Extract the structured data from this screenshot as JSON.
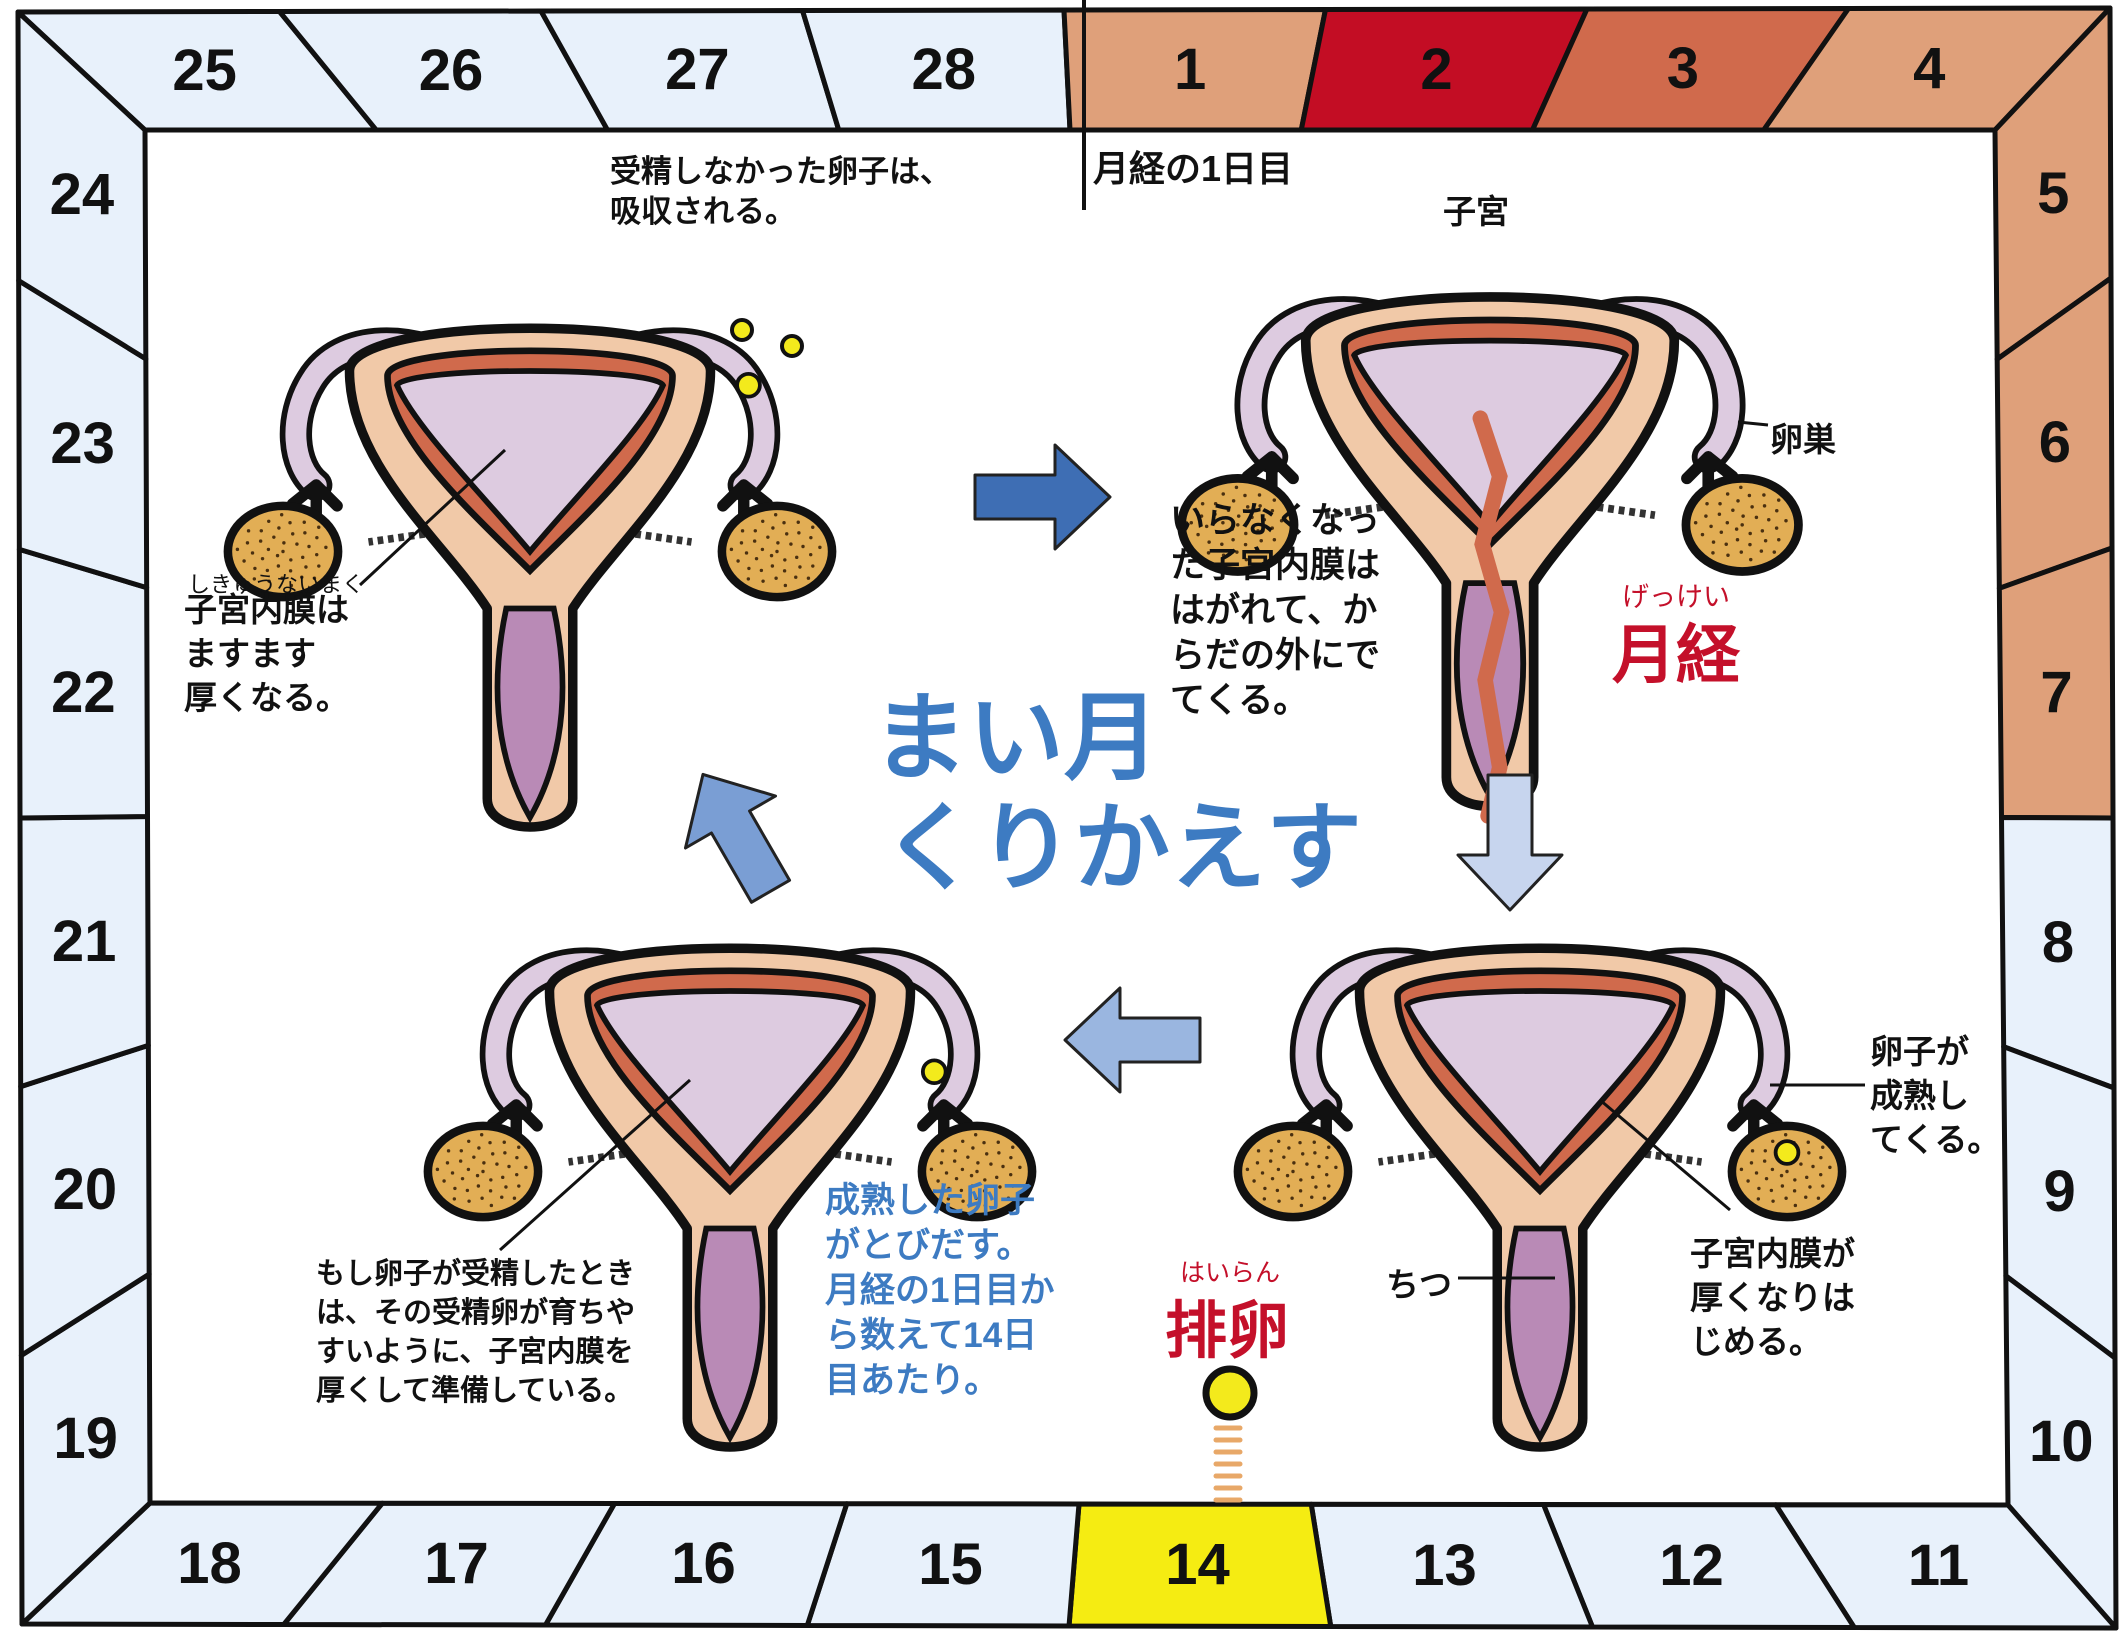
{
  "days_top": [
    "25",
    "26",
    "27",
    "28",
    "1",
    "2",
    "3",
    "4"
  ],
  "days_right": [
    "5",
    "6",
    "7",
    "8",
    "9",
    "10"
  ],
  "days_bottom": [
    "11",
    "12",
    "13",
    "14",
    "15",
    "16",
    "17",
    "18"
  ],
  "days_left": [
    "19",
    "20",
    "21",
    "22",
    "23",
    "24"
  ],
  "colors": {
    "menstruation_light": "#dfa07a",
    "menstruation_peak": "#c30d24",
    "menstruation_mid": "#d06a4c",
    "ovulation_day": "#f5ec12",
    "cell_default": "#e8f1fb",
    "uterus_lining": "#d06a4c",
    "uterus_inner": "#ddcbe0",
    "uterus_wall": "#f1c9a8",
    "ovary": "#e2ae55",
    "arrow_blue_dark": "#3e6eb4",
    "arrow_blue_light": "#9ab6e0",
    "title_blue": "#3d7bc2",
    "label_red": "#c4102a"
  },
  "labels": {
    "absorbed": "受精しなかった卵子は、\n吸収される。",
    "day1": "月経の1日目",
    "uterus": "子宮",
    "ovary": "卵巣",
    "shedding": "いらなくなっ\nた子宮内膜は\nはがれて、か\nらだの外にで\nてくる。",
    "menses_ruby": "げっけい",
    "menses": "月経",
    "endometrium_ruby": "しきゅうないまく",
    "thickens_more": "子宮内膜は\nますます\n厚くなる。",
    "title_line1": "まい月",
    "title_line2": "くりかえす",
    "egg_matures": "卵子が\n成熟し\nてくる。",
    "vagina": "ちつ",
    "starts_thick": "子宮内膜が\n厚くなりは\nじめる。",
    "ovulation_ruby": "はいらん",
    "ovulation": "排卵",
    "egg_released": "成熟した卵子\nがとびだす。\n月経の1日目か\nら数えて14日\n目あたり。",
    "fertilized": "もし卵子が受精したとき\nは、その受精卵が育ちや\nすいように、子宮内膜を\n厚くして準備している。"
  }
}
